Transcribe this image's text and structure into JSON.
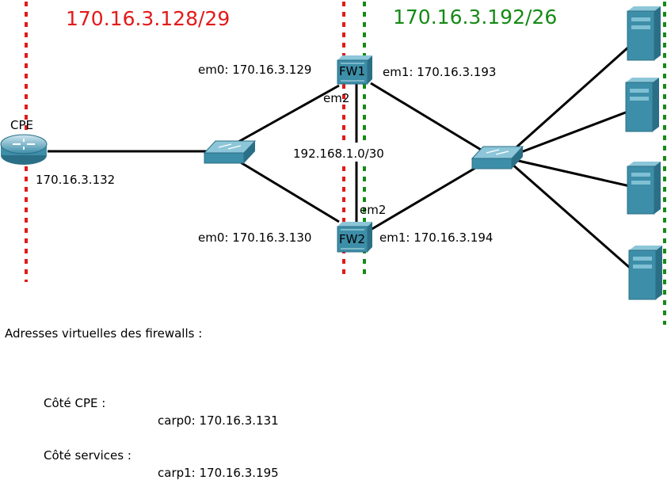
{
  "networks": {
    "cpe_side": {
      "label": "170.16.3.128/29",
      "color": "#e31a1a"
    },
    "services_side": {
      "label": "170.16.3.192/26",
      "color": "#168a16"
    }
  },
  "sync_link": {
    "label": "192.168.1.0/30"
  },
  "cpe": {
    "name": "CPE",
    "address": "170.16.3.132"
  },
  "fw1": {
    "name": "FW1",
    "em0": "em0: 170.16.3.129",
    "em1": "em1: 170.16.3.193",
    "em2": "em2"
  },
  "fw2": {
    "name": "FW2",
    "em0": "em0: 170.16.3.130",
    "em1": "em1: 170.16.3.194",
    "em2": "em2"
  },
  "legend": {
    "title": "Adresses virtuelles des firewalls :",
    "rows": [
      {
        "side": "Côté CPE :",
        "carp": "carp0: 170.16.3.131"
      },
      {
        "side": "Côté services :",
        "carp": "carp1: 170.16.3.195"
      }
    ]
  },
  "colors": {
    "link": "#000000",
    "device_blue": "#3d8ea8",
    "device_light": "#7fc0d4",
    "device_dark": "#2b6f86"
  }
}
